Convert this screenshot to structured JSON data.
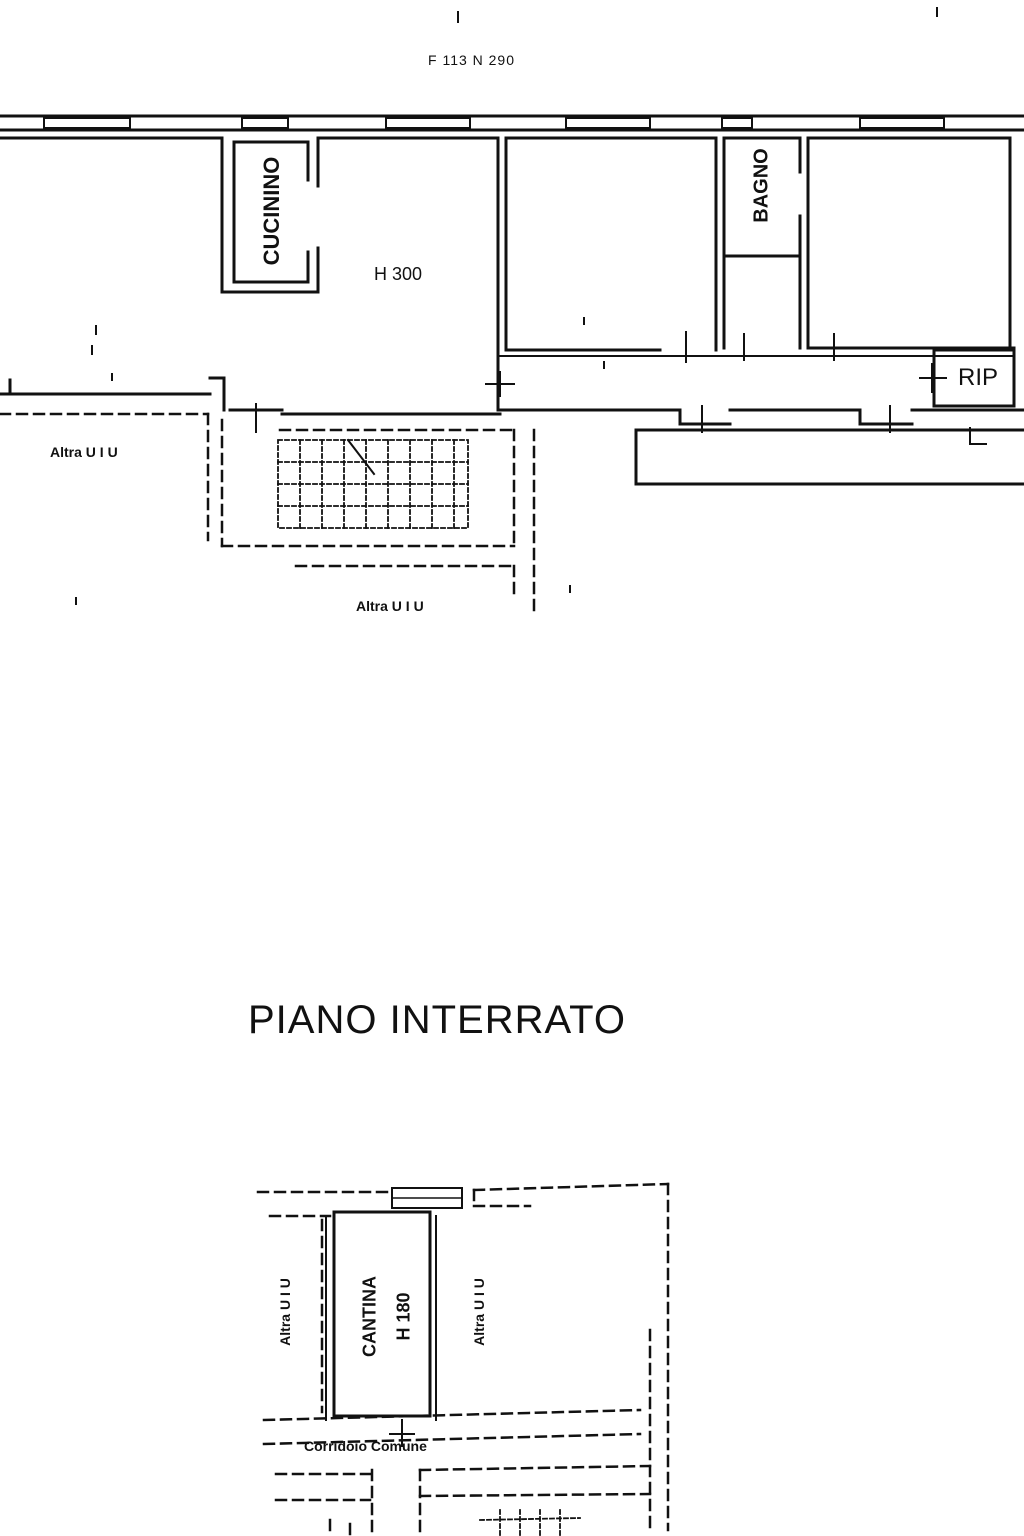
{
  "sheet_reference": "F 113 N 290",
  "ground_floor": {
    "rooms": {
      "cucinino": "CUCININO",
      "bagno": "BAGNO",
      "rip": "RIP",
      "height_label": "H 300"
    },
    "neighbour_labels": {
      "left": "Altra U I U",
      "bottom": "Altra U I U"
    }
  },
  "basement": {
    "title": "PIANO INTERRATO",
    "rooms": {
      "cantina": "CANTINA",
      "height_label": "H 180"
    },
    "neighbour_labels": {
      "left": "Altra U I U",
      "right": "Altra U I U"
    },
    "corridor_label": "Corridoio Comune"
  }
}
